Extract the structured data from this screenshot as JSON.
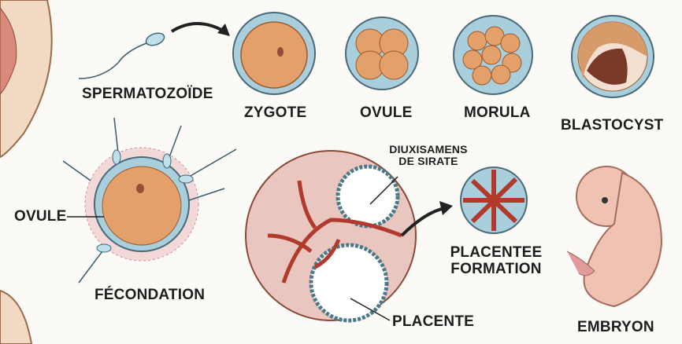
{
  "labels": {
    "spermatozoide": "SPERMATOZOÏDE",
    "zygote": "ZYGOTE",
    "ovule_top": "OVULE",
    "morula": "MORULA",
    "blastocyst": "BLASTOCYST",
    "diuxisamens": "DIUXISAMENS",
    "de_sirate": "DE SIRATE",
    "ovule_left": "OVULE",
    "fecondation": "FÉCONDATION",
    "placentee": "PLACENTEE",
    "formation": "FORMATION",
    "placente": "PLACENTE",
    "embryon": "EMBRYON"
  },
  "colors": {
    "cell": "#e3a06a",
    "membrane": "#a9cfdc",
    "tissue": "#c4564a",
    "skin": "#f0c2b4"
  }
}
